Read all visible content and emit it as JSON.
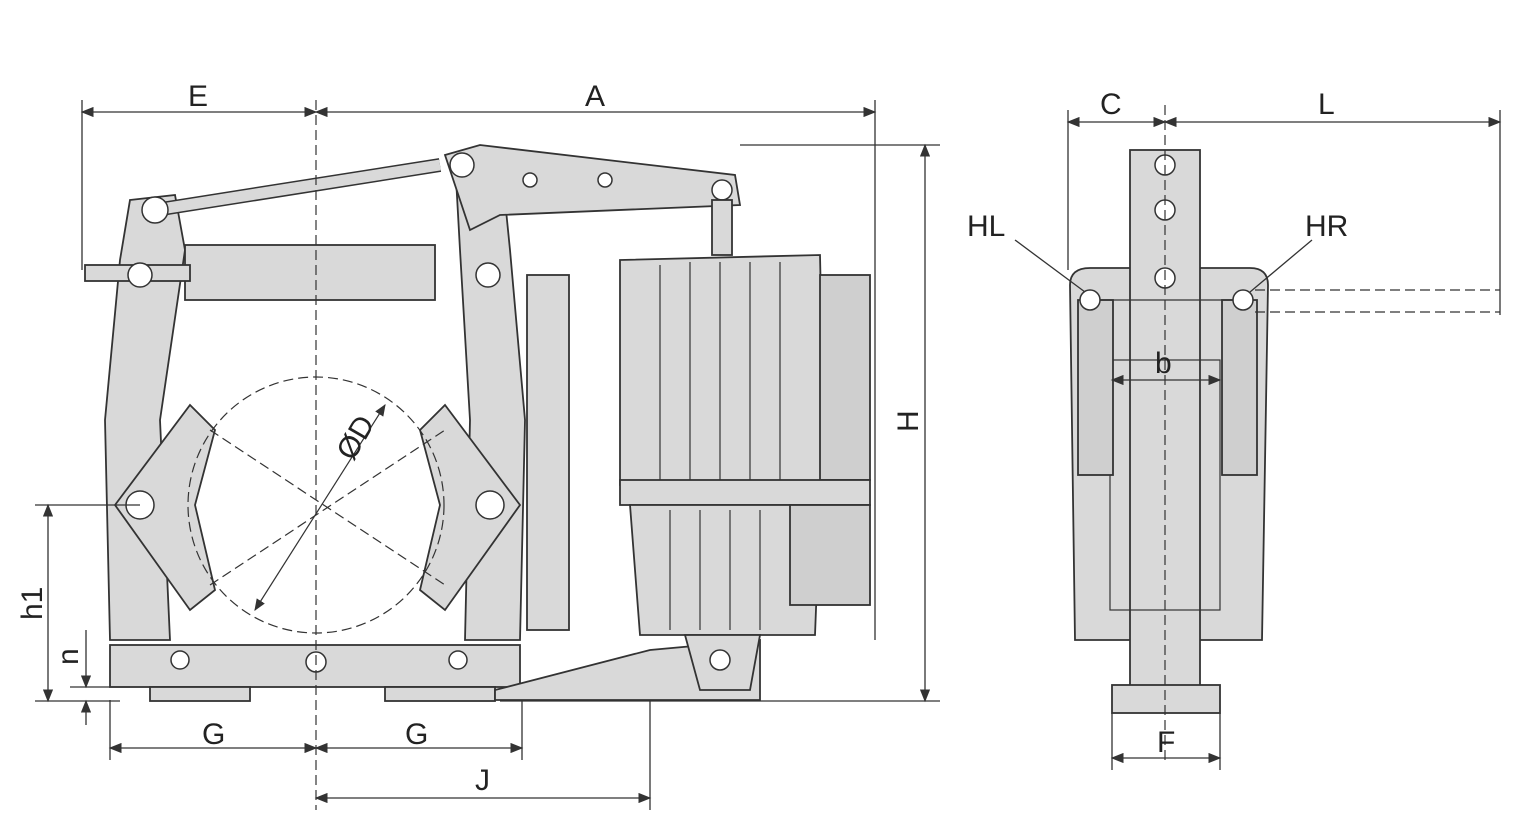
{
  "title": "Electro-hydraulic drum brake dimension drawing",
  "labels": {
    "E": "E",
    "A": "A",
    "C": "C",
    "L": "L",
    "HL": "HL",
    "HR": "HR",
    "H": "H",
    "D": "ØD",
    "b": "b",
    "h1": "h1",
    "n": "n",
    "G1": "G",
    "G2": "G",
    "J": "J",
    "F": "F"
  }
}
